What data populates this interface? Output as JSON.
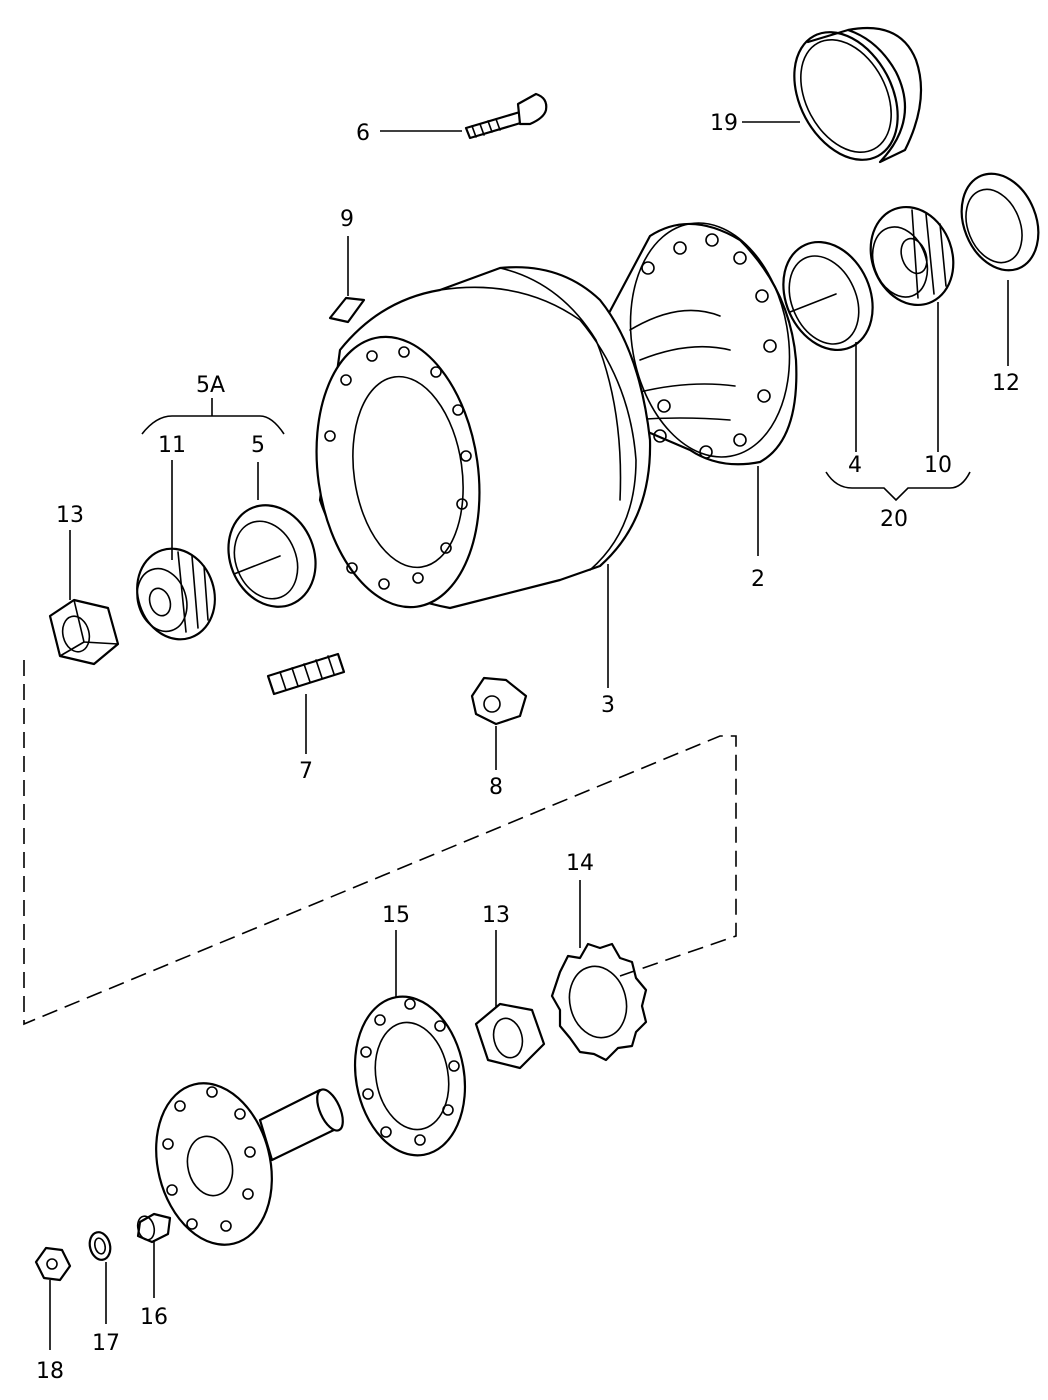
{
  "callouts": {
    "c2": "2",
    "c3": "3",
    "c4": "4",
    "c5": "5",
    "c5A": "5A",
    "c6": "6",
    "c7": "7",
    "c8": "8",
    "c9": "9",
    "c10": "10",
    "c11": "11",
    "c12": "12",
    "c13_top": "13",
    "c13_bottom": "13",
    "c14": "14",
    "c15": "15",
    "c16": "16",
    "c17": "17",
    "c18": "18",
    "c19": "19",
    "c20": "20"
  }
}
